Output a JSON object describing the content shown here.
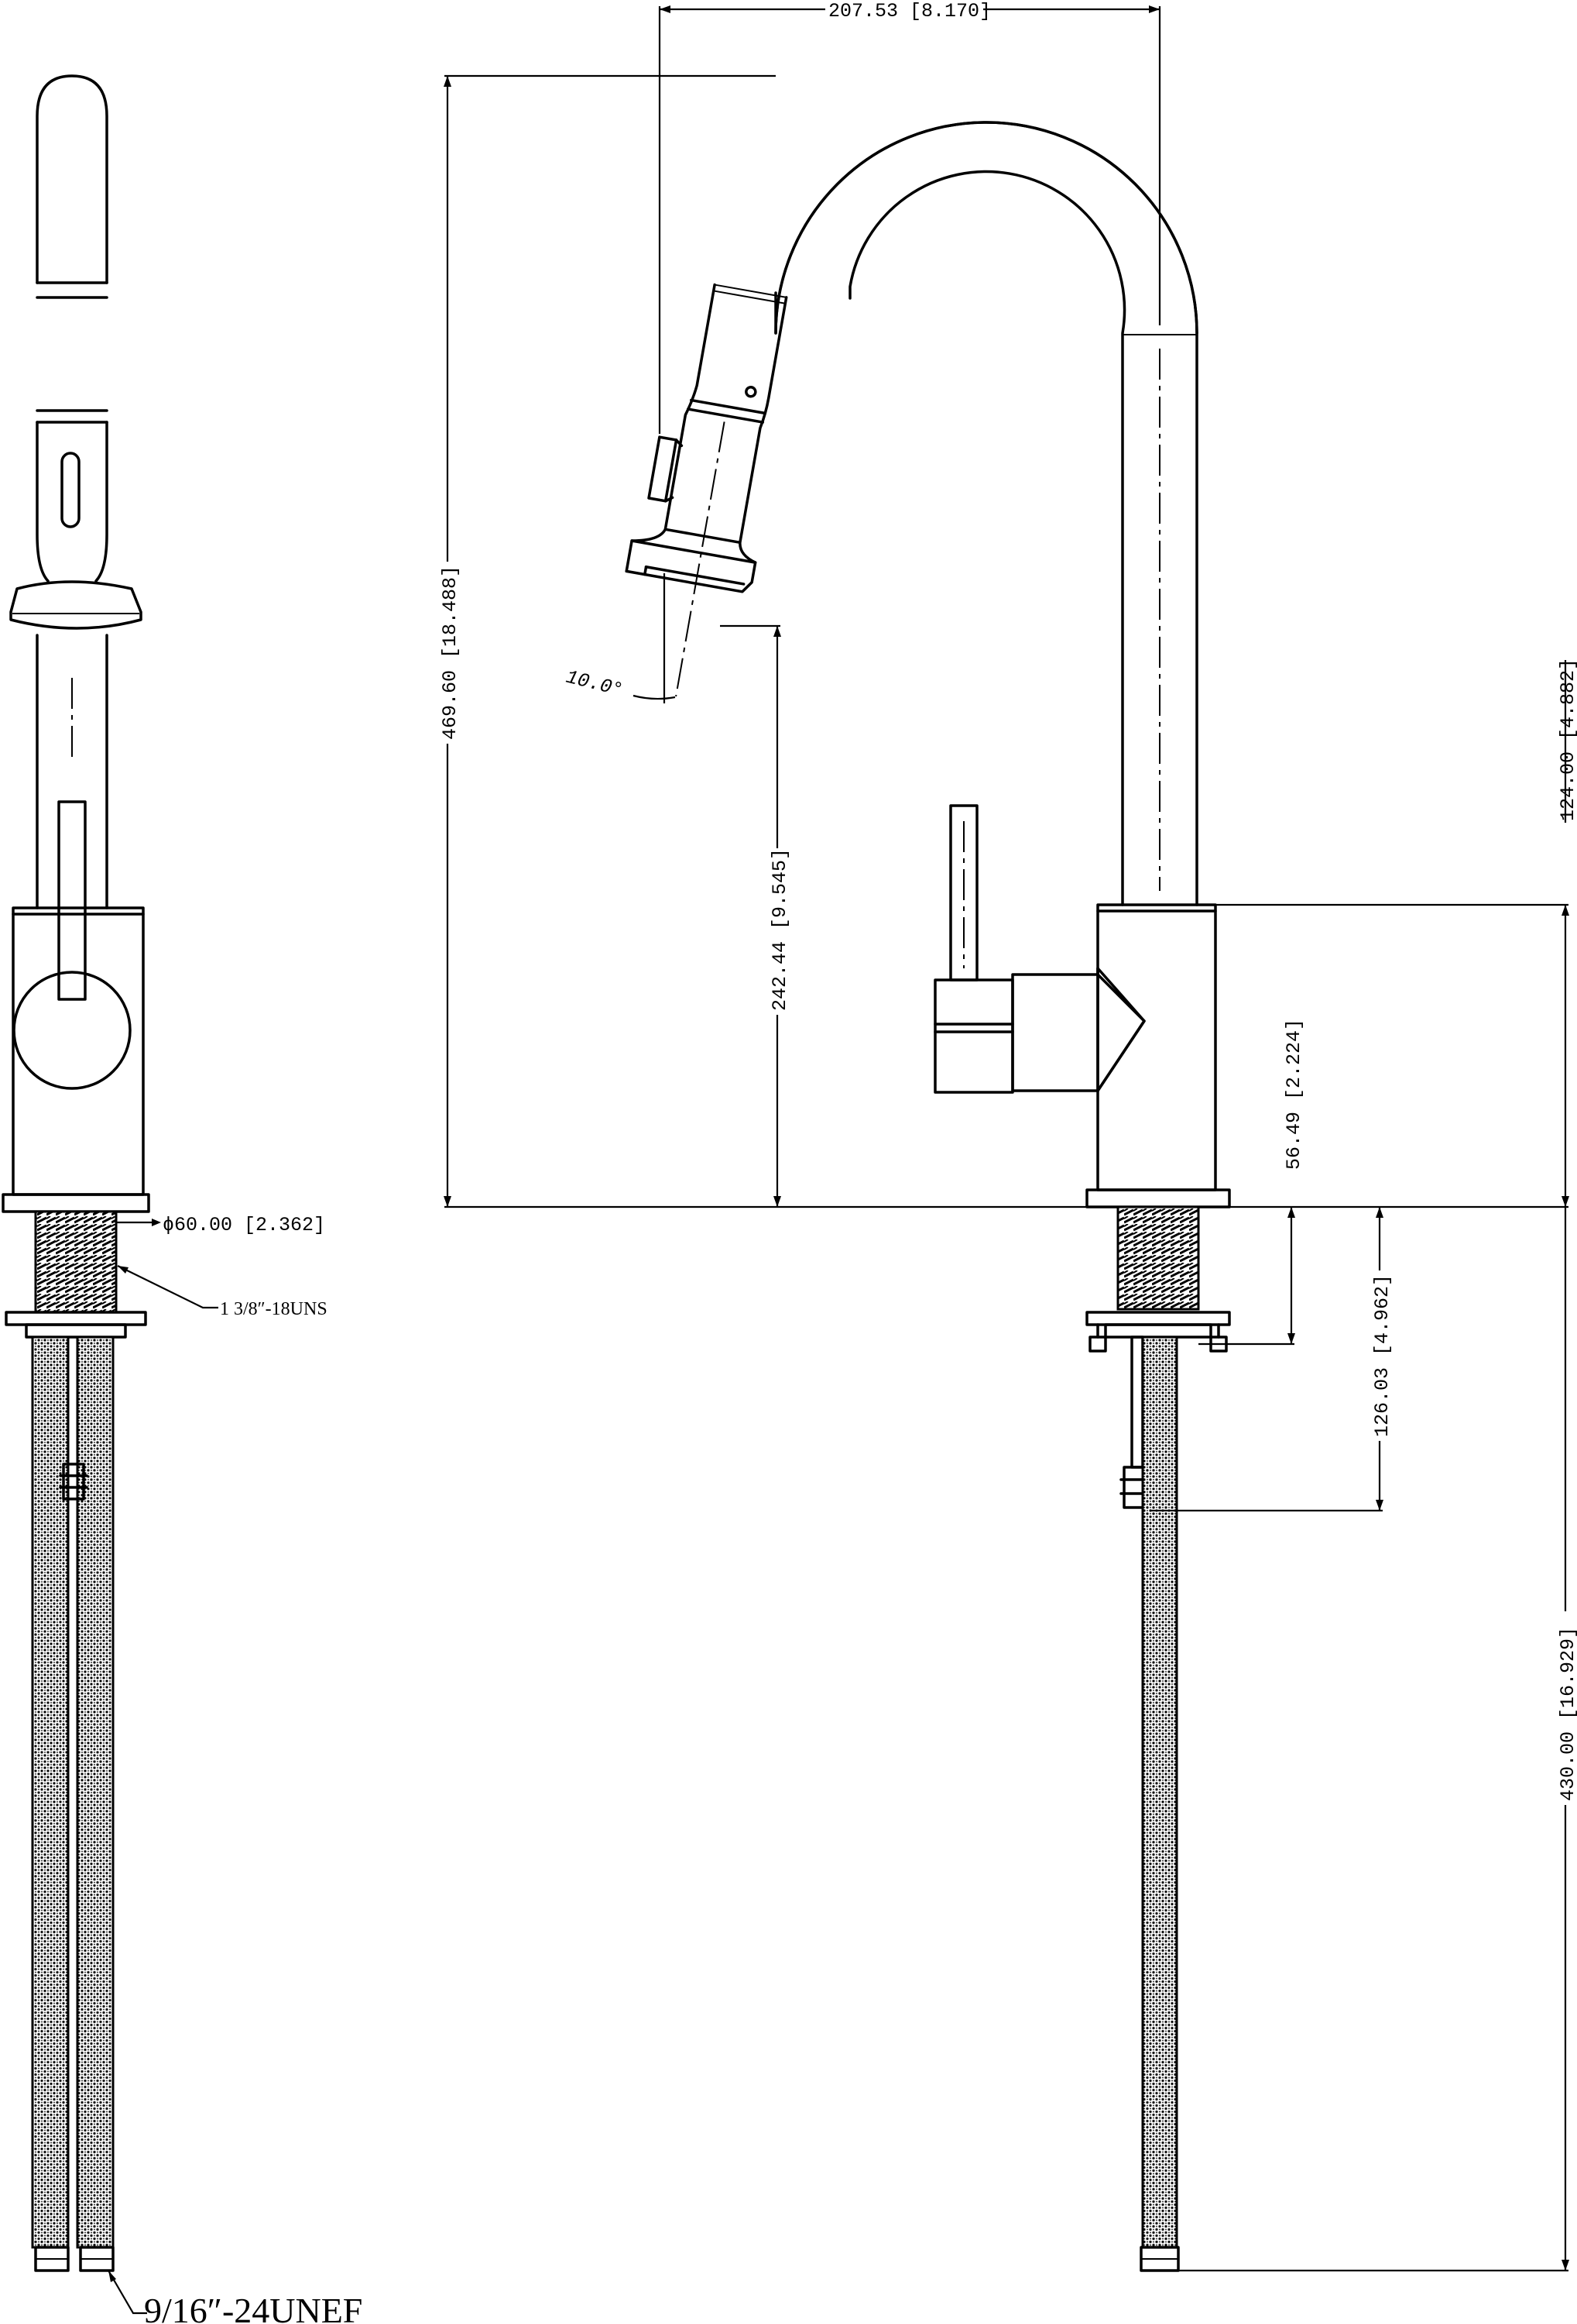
{
  "dimensions": {
    "overall_reach": "207.53 [8.170]",
    "overall_height": "469.60 [18.488]",
    "spout_clearance": "242.44 [9.545]",
    "handle_height": "124.00 [4.882]",
    "thread_length": "56.49 [2.224]",
    "deck_to_shank_nut": "126.03 [4.962]",
    "hose_length": "430.00 [16.929]",
    "base_diameter": "ϕ60.00 [2.362]",
    "spray_angle": "10.0°"
  },
  "notes": {
    "shank_thread": "1 3/8″-18UNS",
    "hose_thread": "9/16″-24UNEF"
  }
}
